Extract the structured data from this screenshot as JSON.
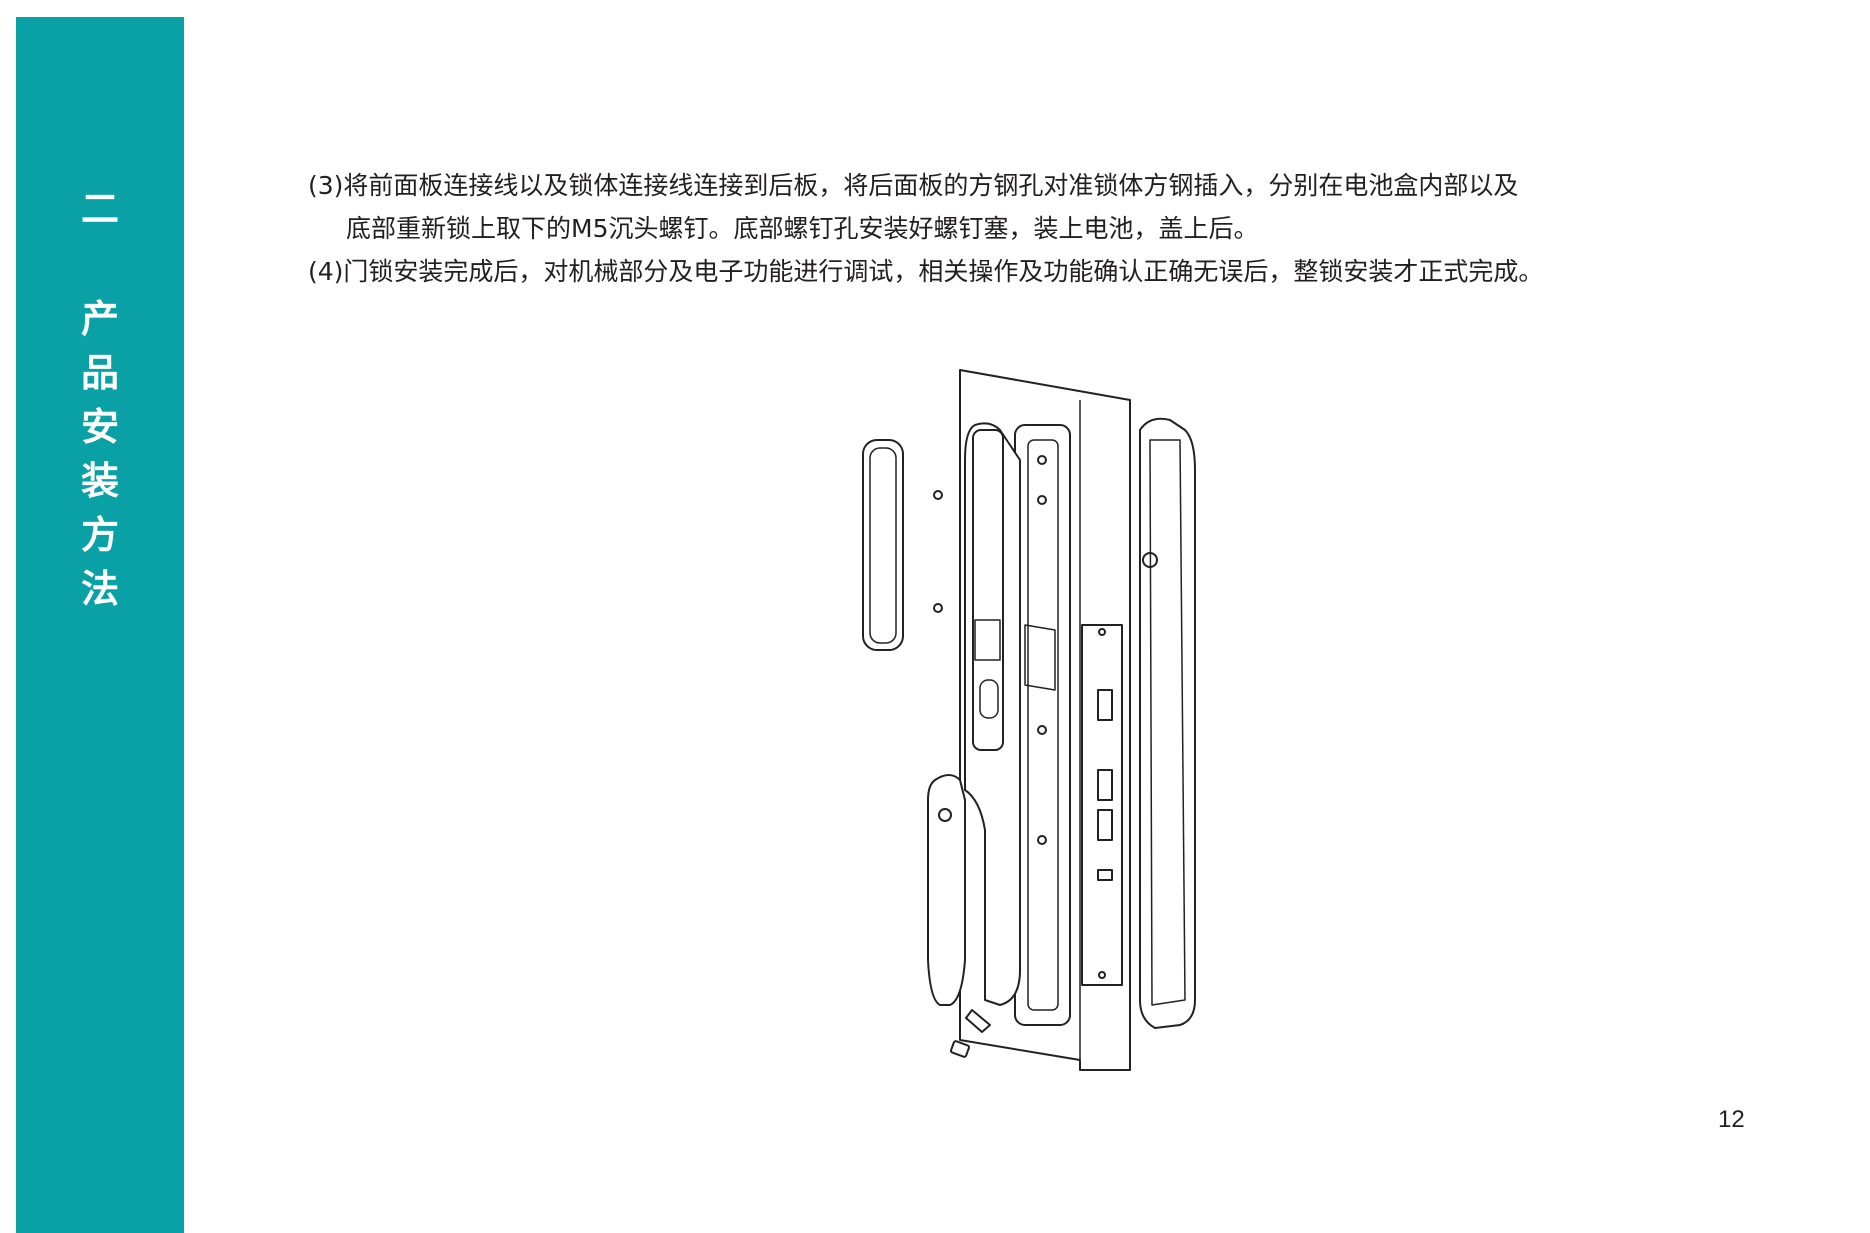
{
  "sidebar": {
    "section_number": "二",
    "title_chars": [
      "产",
      "品",
      "安",
      "装",
      "方",
      "法"
    ],
    "color": "#0aa1a6"
  },
  "steps": {
    "step3_line1": "(3)将前面板连接线以及锁体连接线连接到后板，将后面板的方钢孔对准锁体方钢插入，分别在电池盒内部以及",
    "step3_line2": "底部重新锁上取下的M5沉头螺钉。底部螺钉孔安装好螺钉塞，装上电池，盖上后。",
    "step4": "(4)门锁安装完成后，对机械部分及电子功能进行调试，相关操作及功能确认正确无误后，整锁安装才正式完成。"
  },
  "figure": {
    "icon": "door-lock-exploded-view-icon"
  },
  "page_number": "12"
}
